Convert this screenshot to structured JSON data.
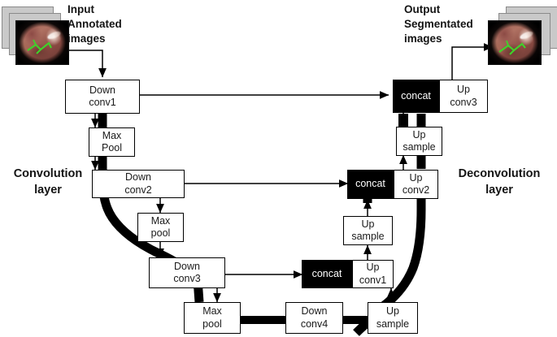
{
  "diagram": {
    "title": "U-Net style encoder-decoder segmentation architecture",
    "type": "flowchart"
  },
  "captions": {
    "input": [
      "Input",
      "Annotated",
      "images"
    ],
    "output": [
      "Output",
      "Segmentated",
      "images"
    ]
  },
  "side_labels": {
    "left": [
      "Convolution",
      "layer"
    ],
    "right": [
      "Deconvolution",
      "layer"
    ]
  },
  "nodes": {
    "down_conv1": {
      "line1": "Down",
      "line2": "conv1"
    },
    "max_pool1": {
      "line1": "Max",
      "line2": "Pool"
    },
    "down_conv2": {
      "line1": "Down",
      "line2": "conv2"
    },
    "max_pool2": {
      "line1": "Max",
      "line2": "pool"
    },
    "down_conv3": {
      "line1": "Down",
      "line2": "conv3"
    },
    "max_pool3": {
      "line1": "Max",
      "line2": "pool"
    },
    "down_conv4": {
      "line1": "Down",
      "line2": "conv4"
    },
    "up_sample_bottom": {
      "line1": "Up",
      "line2": "sample"
    },
    "concat1": {
      "label": "concat"
    },
    "up_conv1": {
      "line1": "Up",
      "line2": "conv1"
    },
    "up_sample2": {
      "line1": "Up",
      "line2": "sample"
    },
    "concat2": {
      "label": "concat"
    },
    "up_conv2": {
      "line1": "Up",
      "line2": "conv2"
    },
    "up_sample3": {
      "line1": "Up",
      "line2": "sample"
    },
    "concat3": {
      "label": "concat"
    },
    "up_conv3": {
      "line1": "Up",
      "line2": "conv3"
    }
  },
  "colors": {
    "stroke": "#000000",
    "box_fill": "#ffffff",
    "concat_fill": "#000000",
    "concat_text": "#ffffff",
    "sheet_fill": "#c9c9c9",
    "annotation_green": "#3fd32a"
  },
  "image_stacks": {
    "input": {
      "sheets": 2,
      "annotation": "green-outline"
    },
    "output": {
      "sheets": 2,
      "annotation": "green-outline"
    }
  }
}
